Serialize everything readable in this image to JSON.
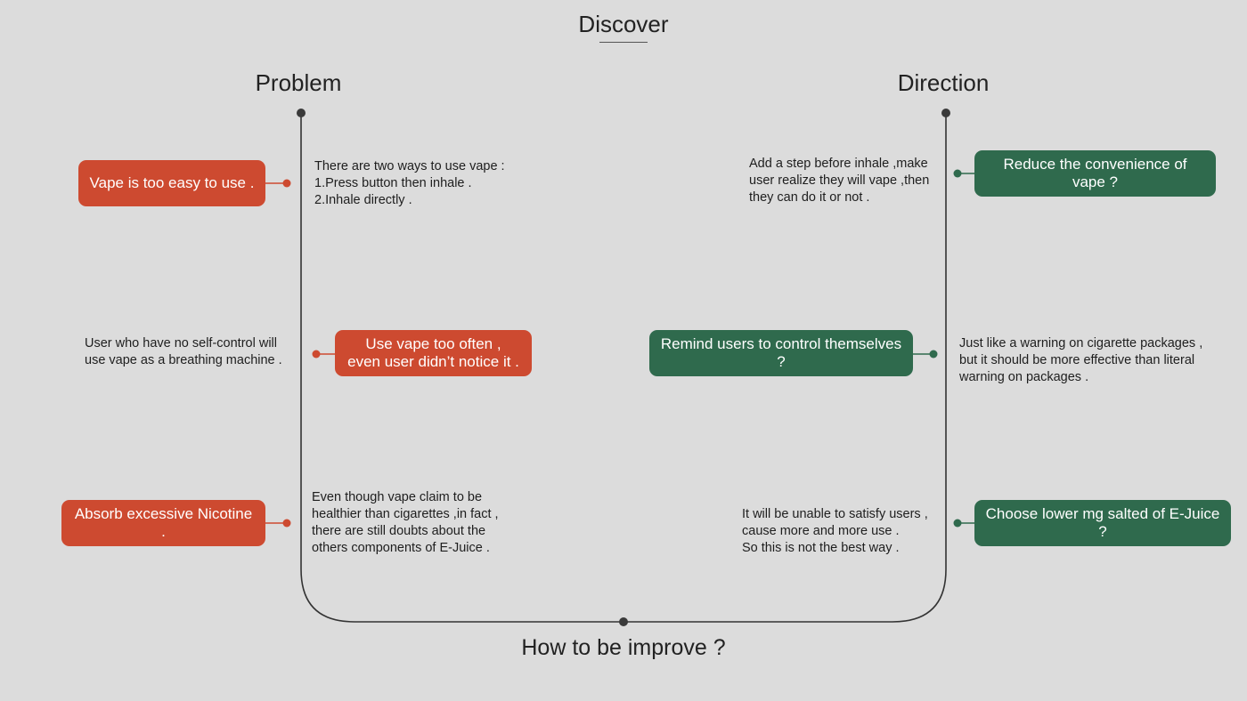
{
  "title": "Discover",
  "problem": {
    "heading": "Problem",
    "items": [
      {
        "label": "Vape is too easy to use .",
        "note": "There are two ways to use vape :\n1.Press button then inhale .\n2.Inhale directly ."
      },
      {
        "label": "Use vape too often ,\neven user didn’t notice it .",
        "note": "User who have no self-control will\nuse vape as a breathing machine ."
      },
      {
        "label": "Absorb excessive Nicotine .",
        "note": "Even though vape claim to be\nhealthier than cigarettes ,in fact ,\nthere are still doubts about the\nothers components of E-Juice ."
      }
    ]
  },
  "direction": {
    "heading": "Direction",
    "items": [
      {
        "label": "Reduce the convenience of vape ?",
        "note": "Add a step before inhale ,make\nuser realize they will vape ,then\nthey can do it or not ."
      },
      {
        "label": "Remind users to control themselves ?",
        "note": "Just like a warning on cigarette packages ,\nbut it should be more effective than literal\nwarning on packages ."
      },
      {
        "label": "Choose lower mg salted of E-Juice ?",
        "note": "It will be unable to satisfy users ,\ncause more and more use .\nSo this is not the best way ."
      }
    ]
  },
  "bottom_label": "How to be improve ?",
  "colors": {
    "problem": "#cd4a30",
    "direction": "#2f6a4d",
    "line": "#333333",
    "background": "#dcdcdc"
  }
}
